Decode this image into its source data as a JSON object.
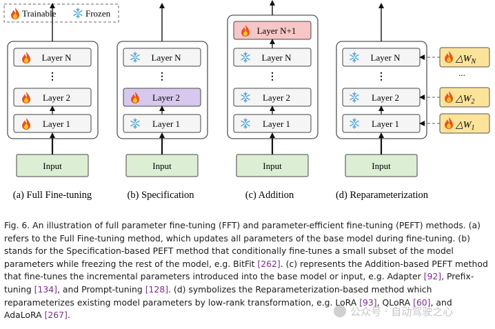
{
  "legend": {
    "trainable": "Trainable",
    "frozen": "Frozen"
  },
  "colors": {
    "trainable_fill": "#f7c6c6",
    "spec_fill": "#d7c8ee",
    "input_fill": "#dcefd4",
    "delta_fill": "#fbe39a",
    "layer_fill": "#f5f5f5"
  },
  "panels": [
    {
      "id": "a",
      "caption": "(a) Full Fine-tuning",
      "layers": [
        {
          "label": "Layer N",
          "icon": "flame-icon"
        },
        {
          "label": "Layer 2",
          "icon": "flame-icon"
        },
        {
          "label": "Layer 1",
          "icon": "flame-icon"
        }
      ],
      "input": "Input"
    },
    {
      "id": "b",
      "caption": "(b) Specification",
      "layers": [
        {
          "label": "Layer N",
          "icon": "snowflake-icon"
        },
        {
          "label": "Layer 2",
          "icon": "flame-icon"
        },
        {
          "label": "Layer 1",
          "icon": "snowflake-icon"
        }
      ],
      "input": "Input"
    },
    {
      "id": "c",
      "caption": "(c) Addition",
      "extra_layer": {
        "label": "Layer N+1",
        "icon": "flame-icon"
      },
      "layers": [
        {
          "label": "Layer N",
          "icon": "snowflake-icon"
        },
        {
          "label": "Layer 2",
          "icon": "snowflake-icon"
        },
        {
          "label": "Layer 1",
          "icon": "snowflake-icon"
        }
      ],
      "input": "Input"
    },
    {
      "id": "d",
      "caption": "(d) Reparameterization",
      "layers": [
        {
          "label": "Layer N",
          "icon": "snowflake-icon"
        },
        {
          "label": "Layer 2",
          "icon": "snowflake-icon"
        },
        {
          "label": "Layer 1",
          "icon": "snowflake-icon"
        }
      ],
      "input": "Input",
      "deltas": [
        {
          "prefix": "△W",
          "sub": "N"
        },
        {
          "prefix": "△W",
          "sub": "2"
        },
        {
          "prefix": "△W",
          "sub": "1"
        }
      ],
      "delta_ellipsis": "..."
    }
  ],
  "caption": {
    "p1": "Fig. 6.  An illustration of full parameter fine-tuning (FFT) and parameter-efficient fine-tuning (PEFT) methods. (a) refers to the Full Fine-tuning method, which updates all parameters of the base model during fine-tuning. (b) stands for the Specification-based PEFT method that conditionally fine-tunes a small subset of the model parameters while freezing the rest of the model, e.g. BitFit ",
    "ref1": "[262]",
    "p2": ". (c) represents the Addition-based PEFT method that fine-tunes the incremental parameters introduced into the base model or input, e.g. Adapter ",
    "ref2": "[92]",
    "p3": ", Prefix-tuning ",
    "ref3": "[134]",
    "p4": ", and Prompt-tuning ",
    "ref4": "[128]",
    "p5": ". (d) symbolizes the Reparameterization-based method which reparameterizes existing model parameters by low-rank transformation, e.g. LoRA ",
    "ref5": "[93]",
    "p6": ", QLoRA ",
    "ref6": "[60]",
    "p7": ", and AdaLoRA ",
    "ref7": "[267]",
    "p8": "."
  },
  "watermark": "公众号 · 自动驾驶之心"
}
